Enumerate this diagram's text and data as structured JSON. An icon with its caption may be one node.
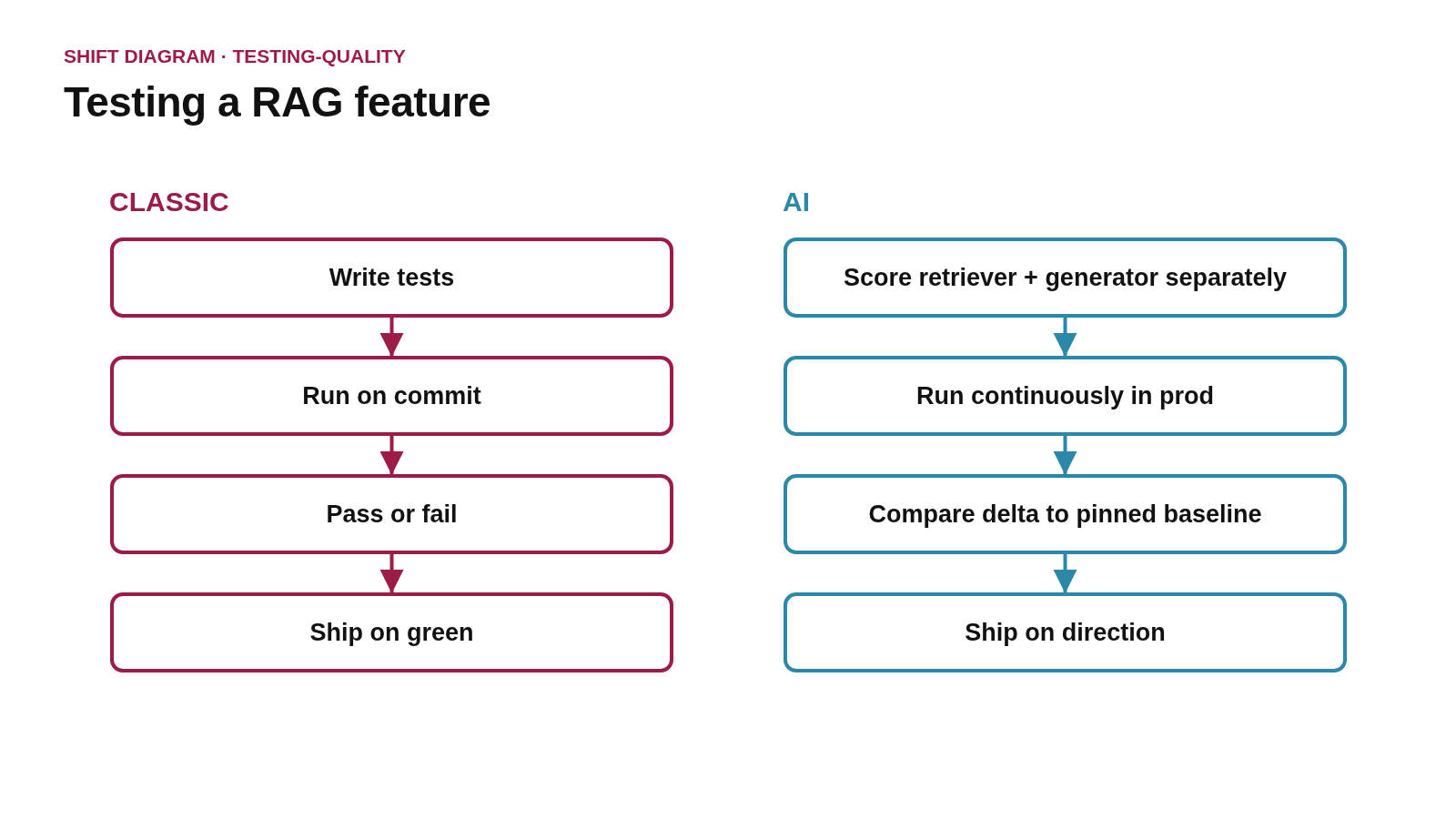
{
  "diagram": {
    "title": "Testing a RAG feature",
    "nodes": [
      {
        "text": [
          "Write tests"
        ]
      },
      {
        "text": [
          "Run on commit"
        ]
      },
      {
        "text": [
          "Pass or fail"
        ]
      },
      {
        "text": [
          "Ship on green"
        ]
      },
      {
        "text": [
          "Score retriever + generator separately"
        ]
      },
      {
        "text": [
          "Run continuously in prod"
        ]
      },
      {
        "text": [
          "Compare delta to pinned baseline"
        ]
      },
      {
        "text": [
          "Ship on direction"
        ]
      }
    ],
    "edges": [
      {
        "from": 0,
        "to": 1,
        "arrow": "to",
        "color": "#9c1c47"
      },
      {
        "from": 1,
        "to": 2,
        "arrow": "to",
        "color": "#9c1c47"
      },
      {
        "from": 2,
        "to": 3,
        "arrow": "to",
        "color": "#9c1c47"
      },
      {
        "from": 4,
        "to": 5,
        "arrow": "to",
        "color": "#2b88a8"
      },
      {
        "from": 5,
        "to": 6,
        "arrow": "to",
        "color": "#2b88a8"
      },
      {
        "from": 6,
        "to": 7,
        "arrow": "to",
        "color": "#2b88a8"
      }
    ],
    "labels": [
      "SHIFT DIAGRAM · TESTING-QUALITY",
      "CLASSIC",
      "AI"
    ]
  }
}
